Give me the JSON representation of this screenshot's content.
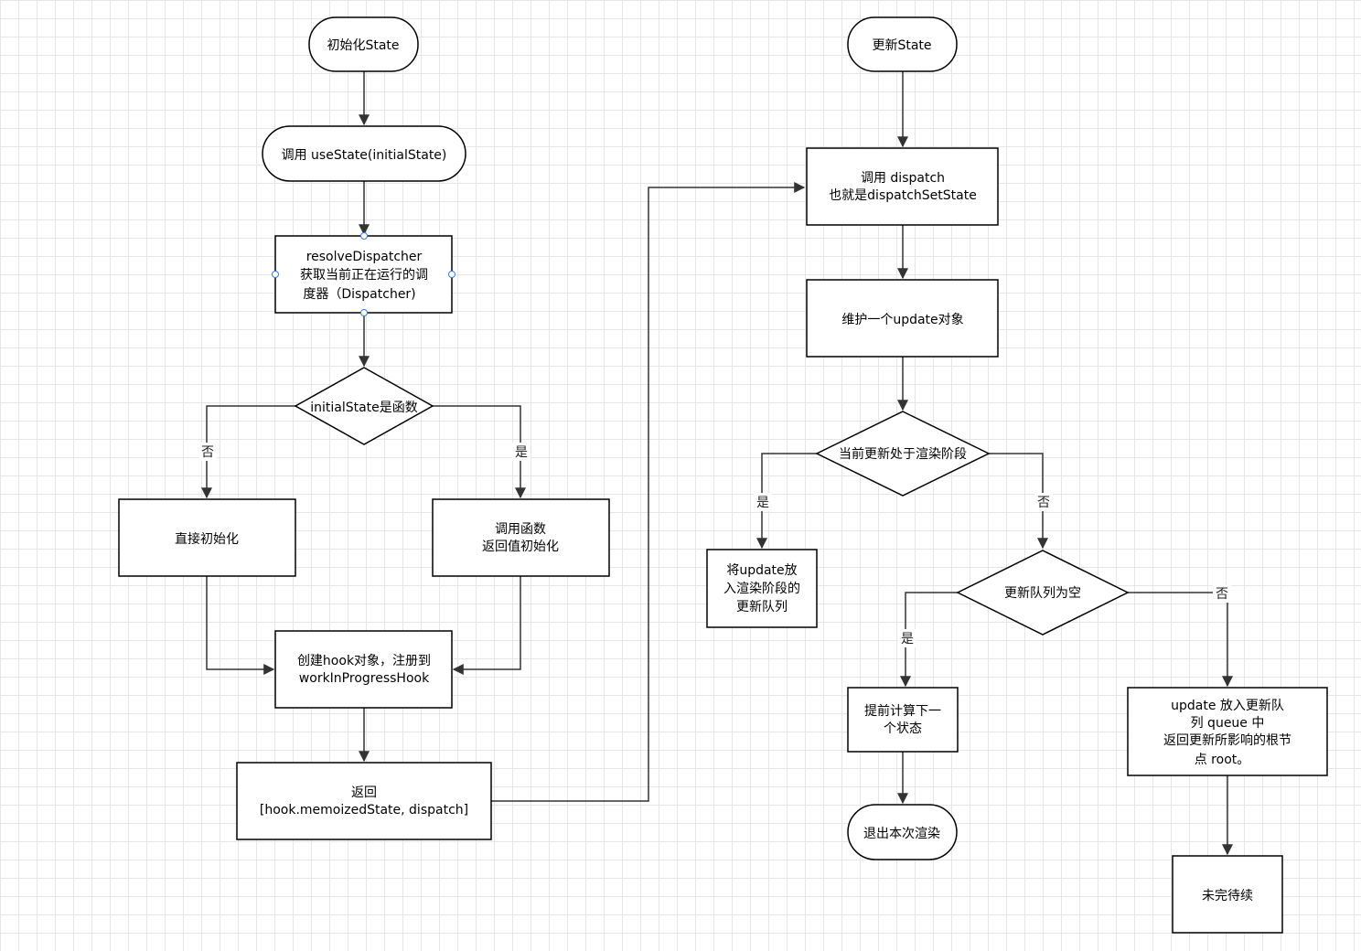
{
  "nodes": {
    "init_state": {
      "lines": [
        "初始化State"
      ]
    },
    "call_usestate": {
      "lines": [
        "调用 useState(initialState)"
      ]
    },
    "resolve_dispatcher": {
      "lines": [
        "resolveDispatcher",
        "获取当前正在运行的调",
        "度器（Dispatcher)"
      ]
    },
    "is_function": {
      "lines": [
        "initialState是函数"
      ]
    },
    "direct_init": {
      "lines": [
        "直接初始化"
      ]
    },
    "call_function": {
      "lines": [
        "调用函数",
        "返回值初始化"
      ]
    },
    "create_hook": {
      "lines": [
        "创建hook对象，注册到",
        "workInProgressHook"
      ]
    },
    "return_tuple": {
      "lines": [
        "返回",
        "[hook.memoizedState, dispatch]"
      ]
    },
    "update_state": {
      "lines": [
        "更新State"
      ]
    },
    "call_dispatch": {
      "lines": [
        "调用 dispatch",
        "也就是dispatchSetState"
      ]
    },
    "maintain_update": {
      "lines": [
        "维护一个update对象"
      ]
    },
    "in_render_phase": {
      "lines": [
        "当前更新处于渲染阶段"
      ]
    },
    "put_render_queue": {
      "lines": [
        "将update放",
        "入渲染阶段的",
        "更新队列"
      ]
    },
    "queue_empty": {
      "lines": [
        "更新队列为空"
      ]
    },
    "precompute": {
      "lines": [
        "提前计算下一",
        "个状态"
      ]
    },
    "exit_render": {
      "lines": [
        "退出本次渲染"
      ]
    },
    "enqueue_update": {
      "lines": [
        "update 放入更新队",
        "列 queue 中",
        "返回更新所影响的根节",
        "点 root。"
      ]
    },
    "todo": {
      "lines": [
        "未完待续"
      ]
    }
  },
  "edge_labels": {
    "no_left": "否",
    "yes_right": "是",
    "render_yes": "是",
    "render_no": "否",
    "empty_yes": "是",
    "empty_no": "否"
  }
}
